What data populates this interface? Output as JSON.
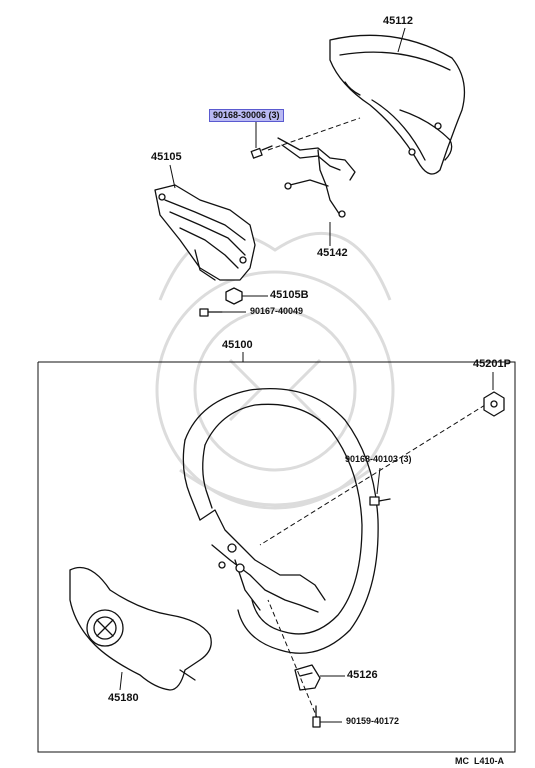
{
  "parts": {
    "horn_pad": "45112",
    "screw_top": "90168-30006 (3)",
    "horn_contact_plate": "45105",
    "bracket": "45142",
    "nut_small": "45105B",
    "screw_small": "90167-40049",
    "steering_wheel": "45100",
    "nut_main": "45201P",
    "bolt_wheel": "90168-40103 (3)",
    "hub_cover": "45180",
    "clip": "45126",
    "screw_bottom": "90159-40172"
  },
  "diagram_code": "MC  L410-A",
  "colors": {
    "highlight": "#b9b9f2",
    "ink": "#111111",
    "watermark": "#dcdcdc"
  }
}
